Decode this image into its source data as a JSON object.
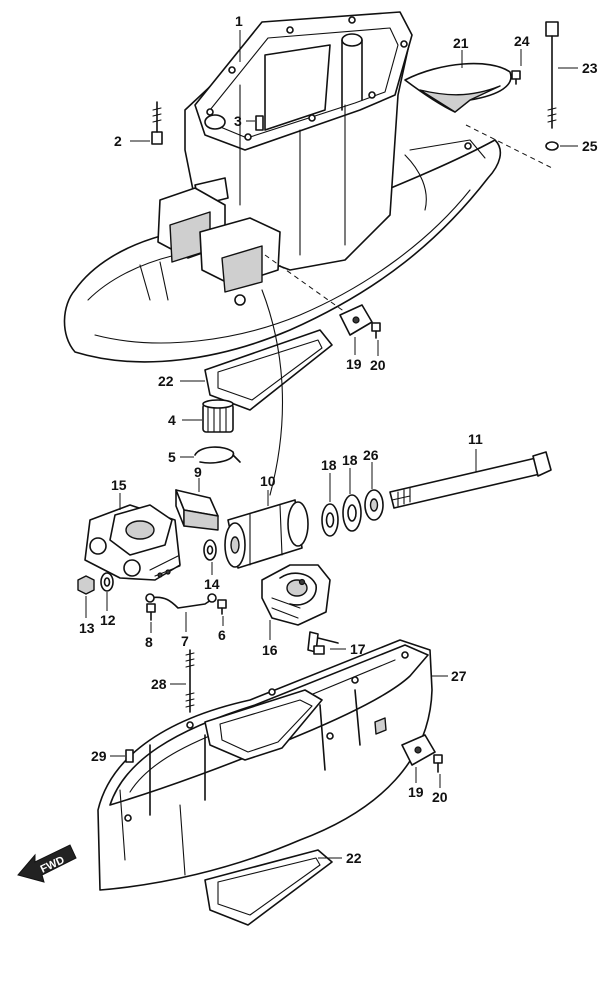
{
  "callouts": [
    "1",
    "2",
    "3",
    "4",
    "5",
    "6",
    "7",
    "8",
    "9",
    "10",
    "11",
    "12",
    "13",
    "14",
    "15",
    "16",
    "17",
    "18",
    "18",
    "19",
    "19",
    "20",
    "20",
    "21",
    "22",
    "22",
    "23",
    "24",
    "25",
    "26",
    "27",
    "28",
    "29"
  ],
  "fwd_label": "FWD"
}
